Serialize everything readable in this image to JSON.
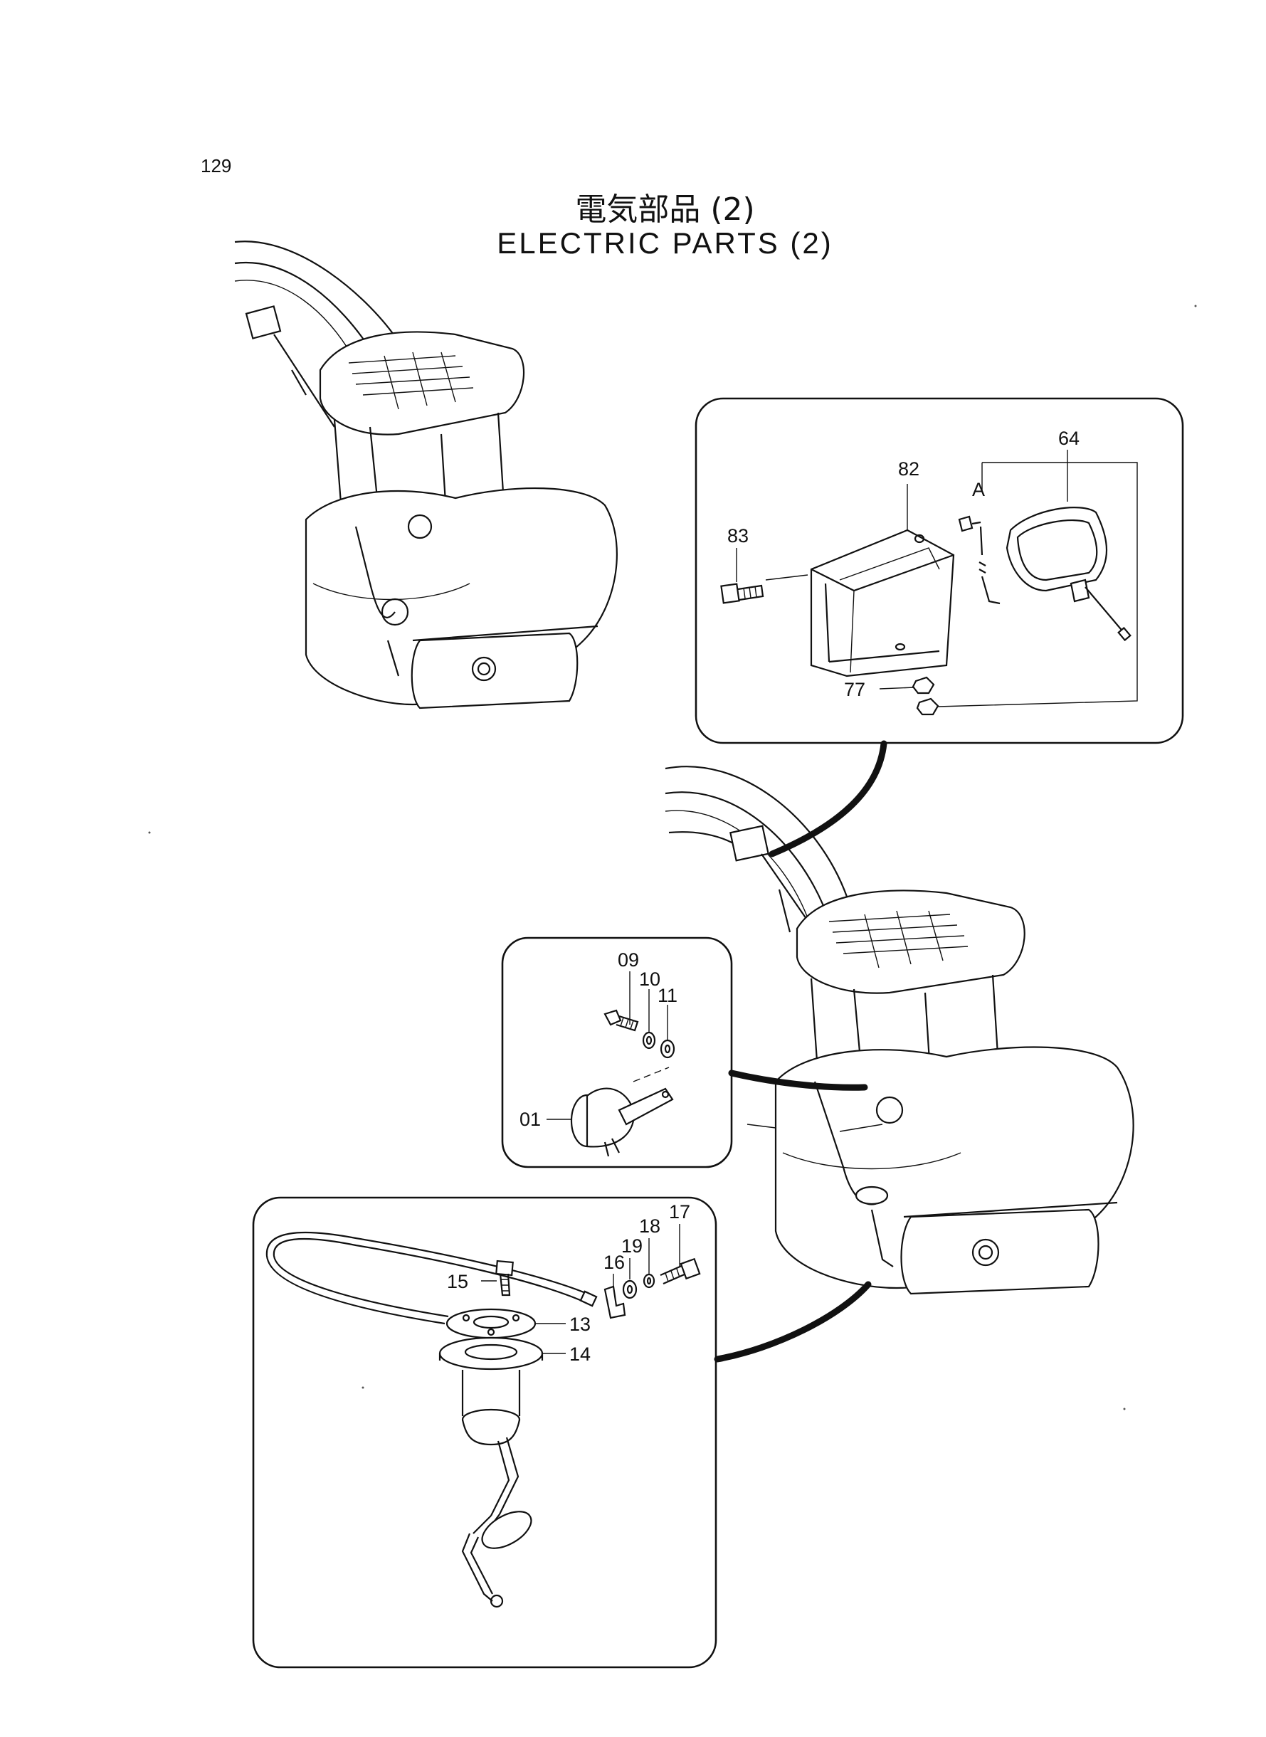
{
  "page_number": "129",
  "title_jp": "電気部品 (2)",
  "title_en": "ELECTRIC PARTS (2)",
  "callouts": {
    "light": {
      "c64": "64",
      "c82": "82",
      "c83": "83",
      "c77": "77",
      "cA": "A"
    },
    "horn": {
      "c09": "09",
      "c10": "10",
      "c11": "11",
      "c01": "01"
    },
    "sender": {
      "c15": "15",
      "c13": "13",
      "c14": "14",
      "c16": "16",
      "c19": "19",
      "c18": "18",
      "c17": "17"
    }
  }
}
